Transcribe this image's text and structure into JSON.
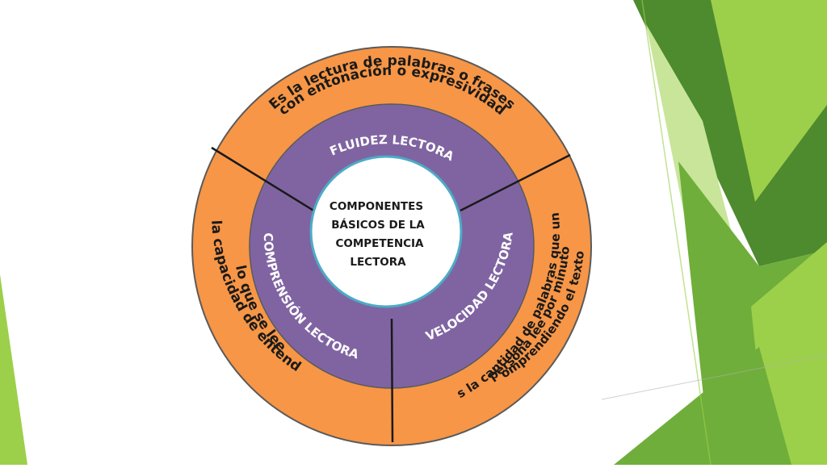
{
  "colors": {
    "outer_ring": "#f79646",
    "middle_ring": "#8064a2",
    "center": "#ffffff",
    "center_border": "#4bacc6",
    "divider": "#1a1a1a",
    "green_dark": "#4e8a2e",
    "green_mid": "#6fae3a",
    "green_light": "#9cd04a",
    "green_pale": "#c8e59a"
  },
  "center": {
    "lines": [
      "COMPONENTES",
      "BÁSICOS DE LA",
      "COMPETENCIA",
      "LECTORA"
    ]
  },
  "segments": [
    {
      "id": "fluidez",
      "label": "FLUIDEZ LECTORA",
      "description": [
        "Es la lectura de palabras o frases",
        "con entonación o expresividad"
      ]
    },
    {
      "id": "velocidad",
      "label": "VELOCIDAD LECTORA",
      "description": [
        "Es la cantidad de palabras que una",
        "persona lee por minuto,",
        "omprendiendo el texto"
      ]
    },
    {
      "id": "comprension",
      "label": "COMPRENSIÓN LECTORA",
      "description": [
        "Es la capacidad de entender",
        "lo que se lee"
      ]
    }
  ]
}
